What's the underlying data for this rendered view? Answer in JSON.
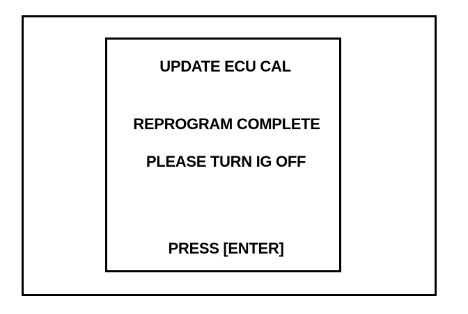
{
  "screen": {
    "title": "UPDATE ECU CAL",
    "message_1": "REPROGRAM COMPLETE",
    "message_2": "PLEASE TURN IG OFF",
    "prompt": "PRESS [ENTER]"
  }
}
